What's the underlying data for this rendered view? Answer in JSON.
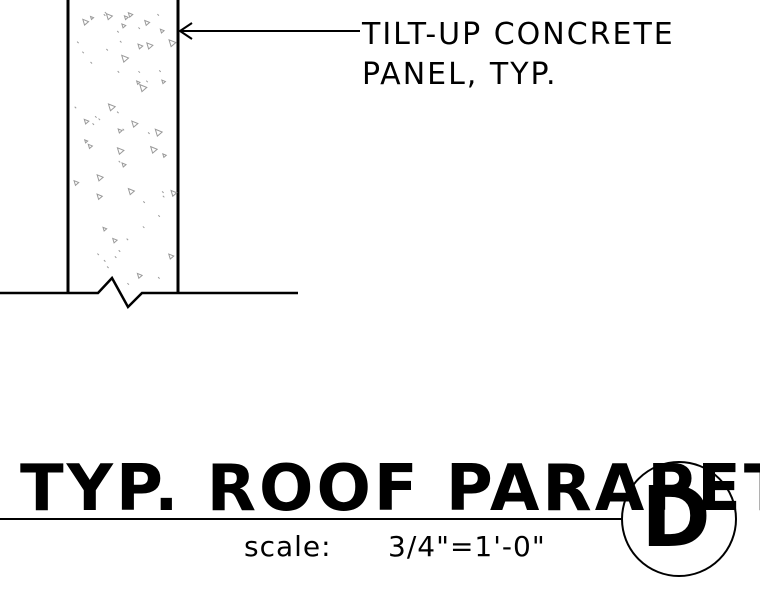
{
  "callout": {
    "line1": "TILT-UP CONCRETE",
    "line2": "PANEL, TYP."
  },
  "title": {
    "text": "TYP. ROOF PARAPET",
    "scale_label": "scale:",
    "scale_value": "3/4\"=1'-0\""
  },
  "detail_marker": {
    "letter": "D"
  },
  "colors": {
    "ink": "#000000",
    "background": "#ffffff",
    "hatch": "#9a9a9a"
  },
  "icons": {
    "concrete_hatch": "concrete-aggregate-hatch-icon",
    "break_symbol": "break-line-icon",
    "leader_arrow": "leader-arrow-icon"
  }
}
